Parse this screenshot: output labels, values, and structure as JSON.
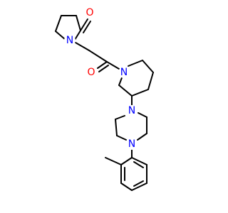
{
  "molecule": {
    "atoms": [
      {
        "element": "O",
        "color": "#ff0000"
      },
      {
        "element": "N",
        "color": "#0000ff"
      },
      {
        "element": "O",
        "color": "#ff0000"
      },
      {
        "element": "N",
        "color": "#0000ff"
      },
      {
        "element": "N",
        "color": "#0000ff"
      },
      {
        "element": "N",
        "color": "#0000ff"
      }
    ]
  }
}
